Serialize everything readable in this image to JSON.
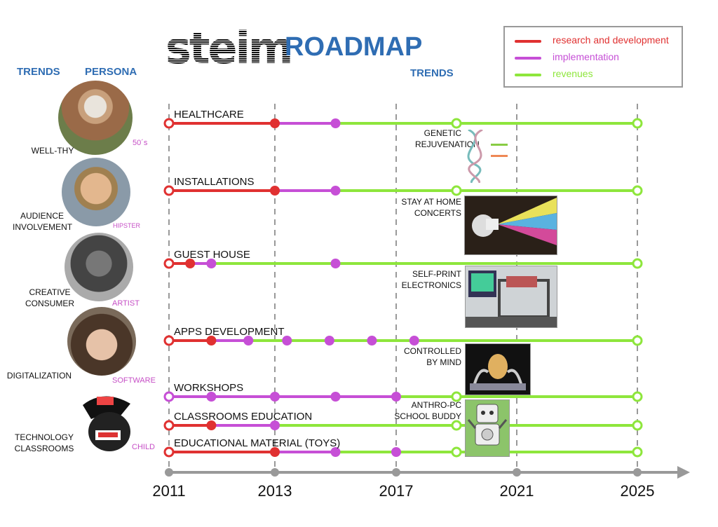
{
  "header": {
    "logo_text": "steim",
    "title": "ROADMAP",
    "left_trends": "TRENDS",
    "persona": "PERSONA",
    "right_trends": "TRENDS"
  },
  "legend": [
    {
      "label": "research and development",
      "color": "#e03131"
    },
    {
      "label": "implementation",
      "color": "#c64fd6"
    },
    {
      "label": "revenues",
      "color": "#8ee63c"
    }
  ],
  "colors": {
    "rd": "#e03131",
    "impl": "#c64fd6",
    "rev": "#8ee63c",
    "axis": "#999999",
    "accent": "#2f6db3"
  },
  "personas": [
    {
      "trend": "WELL-THY",
      "tag": "50´s",
      "icon": "older-woman-photo"
    },
    {
      "trend": "AUDIENCE\nINVOLVEMENT",
      "tag": "HIPSTER",
      "icon": "man-photo"
    },
    {
      "trend": "CREATIVE\nCONSUMER",
      "tag": "ARTIST",
      "icon": "artist-photo"
    },
    {
      "trend": "DIGITALIZATION",
      "tag": "SOFTWARE",
      "icon": "young-man-photo"
    },
    {
      "trend": "TECHNOLOGY\nCLASSROOMS",
      "tag": "CHILD",
      "icon": "child-photo"
    }
  ],
  "trends_right": [
    {
      "label": "GENETIC\nREJUVENATION",
      "icon": "dna-helix-image"
    },
    {
      "label": "STAY AT HOME\nCONCERTS",
      "icon": "vr-headset-image"
    },
    {
      "label": "SELF-PRINT\nELECTRONICS",
      "icon": "3d-printer-image"
    },
    {
      "label": "CONTROLLED\nBY MIND",
      "icon": "mind-control-image"
    },
    {
      "label": "ANTHRO-PC\nSCHOOL BUDDY",
      "icon": "robot-buddy-image"
    }
  ],
  "chart_data": {
    "type": "timeline",
    "x_ticks": [
      "2011",
      "2013",
      "2017",
      "2021",
      "2025"
    ],
    "rows": [
      {
        "name": "HEALTHCARE",
        "segments": [
          {
            "phase": "rd",
            "from": 0,
            "to": 1
          },
          {
            "phase": "impl",
            "from": 1,
            "to": 1.5
          },
          {
            "phase": "rev",
            "from": 1.5,
            "to": 4
          }
        ],
        "milestones": [
          {
            "at": 0,
            "style": "open",
            "phase": "rd"
          },
          {
            "at": 1,
            "style": "filled",
            "phase": "rd"
          },
          {
            "at": 1.5,
            "style": "filled",
            "phase": "impl"
          },
          {
            "at": 2.5,
            "style": "open",
            "phase": "rev"
          },
          {
            "at": 4,
            "style": "open",
            "phase": "rev"
          }
        ]
      },
      {
        "name": "INSTALLATIONS",
        "segments": [
          {
            "phase": "rd",
            "from": 0,
            "to": 1
          },
          {
            "phase": "impl",
            "from": 1,
            "to": 1.5
          },
          {
            "phase": "rev",
            "from": 1.5,
            "to": 4
          }
        ],
        "milestones": [
          {
            "at": 0,
            "style": "open",
            "phase": "rd"
          },
          {
            "at": 1,
            "style": "filled",
            "phase": "rd"
          },
          {
            "at": 1.5,
            "style": "filled",
            "phase": "impl"
          },
          {
            "at": 2.5,
            "style": "open",
            "phase": "rev"
          },
          {
            "at": 4,
            "style": "open",
            "phase": "rev"
          }
        ]
      },
      {
        "name": "GUEST HOUSE",
        "segments": [
          {
            "phase": "rd",
            "from": 0,
            "to": 0.2
          },
          {
            "phase": "impl",
            "from": 0.2,
            "to": 0.4
          },
          {
            "phase": "rev",
            "from": 0.4,
            "to": 4
          }
        ],
        "milestones": [
          {
            "at": 0,
            "style": "open",
            "phase": "rd"
          },
          {
            "at": 0.2,
            "style": "filled",
            "phase": "rd"
          },
          {
            "at": 0.4,
            "style": "filled",
            "phase": "impl"
          },
          {
            "at": 1.5,
            "style": "filled",
            "phase": "impl"
          },
          {
            "at": 4,
            "style": "open",
            "phase": "rev"
          }
        ]
      },
      {
        "name": "APPS DEVELOPMENT",
        "segments": [
          {
            "phase": "rd",
            "from": 0,
            "to": 0.4
          },
          {
            "phase": "impl",
            "from": 0.4,
            "to": 0.75
          },
          {
            "phase": "rev",
            "from": 0.75,
            "to": 4
          }
        ],
        "milestones": [
          {
            "at": 0,
            "style": "open",
            "phase": "rd"
          },
          {
            "at": 0.4,
            "style": "filled",
            "phase": "rd"
          },
          {
            "at": 0.75,
            "style": "filled",
            "phase": "impl"
          },
          {
            "at": 1.1,
            "style": "filled",
            "phase": "impl"
          },
          {
            "at": 1.45,
            "style": "filled",
            "phase": "impl"
          },
          {
            "at": 1.8,
            "style": "filled",
            "phase": "impl"
          },
          {
            "at": 2.15,
            "style": "filled",
            "phase": "impl"
          },
          {
            "at": 4,
            "style": "open",
            "phase": "rev"
          }
        ]
      },
      {
        "name": "WORKSHOPS",
        "segments": [
          {
            "phase": "impl",
            "from": 0,
            "to": 2
          },
          {
            "phase": "rev",
            "from": 2,
            "to": 4
          }
        ],
        "milestones": [
          {
            "at": 0,
            "style": "open",
            "phase": "impl"
          },
          {
            "at": 0.4,
            "style": "filled",
            "phase": "impl"
          },
          {
            "at": 1,
            "style": "filled",
            "phase": "impl"
          },
          {
            "at": 1.5,
            "style": "filled",
            "phase": "impl"
          },
          {
            "at": 2,
            "style": "filled",
            "phase": "impl"
          },
          {
            "at": 2.5,
            "style": "open",
            "phase": "rev"
          },
          {
            "at": 4,
            "style": "open",
            "phase": "rev"
          }
        ]
      },
      {
        "name": "CLASSROOMS EDUCATION",
        "segments": [
          {
            "phase": "rd",
            "from": 0,
            "to": 0.4
          },
          {
            "phase": "impl",
            "from": 0.4,
            "to": 1
          },
          {
            "phase": "rev",
            "from": 1,
            "to": 4
          }
        ],
        "milestones": [
          {
            "at": 0,
            "style": "open",
            "phase": "rd"
          },
          {
            "at": 0.4,
            "style": "filled",
            "phase": "rd"
          },
          {
            "at": 1,
            "style": "filled",
            "phase": "impl"
          },
          {
            "at": 2.5,
            "style": "open",
            "phase": "rev"
          },
          {
            "at": 4,
            "style": "open",
            "phase": "rev"
          }
        ]
      },
      {
        "name": "EDUCATIONAL MATERIAL (TOYS)",
        "segments": [
          {
            "phase": "rd",
            "from": 0,
            "to": 1
          },
          {
            "phase": "impl",
            "from": 1,
            "to": 1.5
          },
          {
            "phase": "rev",
            "from": 1.5,
            "to": 4
          }
        ],
        "milestones": [
          {
            "at": 0,
            "style": "open",
            "phase": "rd"
          },
          {
            "at": 1,
            "style": "filled",
            "phase": "rd"
          },
          {
            "at": 1.5,
            "style": "filled",
            "phase": "impl"
          },
          {
            "at": 2,
            "style": "filled",
            "phase": "impl"
          },
          {
            "at": 2.5,
            "style": "open",
            "phase": "rev"
          },
          {
            "at": 4,
            "style": "open",
            "phase": "rev"
          }
        ]
      }
    ]
  }
}
